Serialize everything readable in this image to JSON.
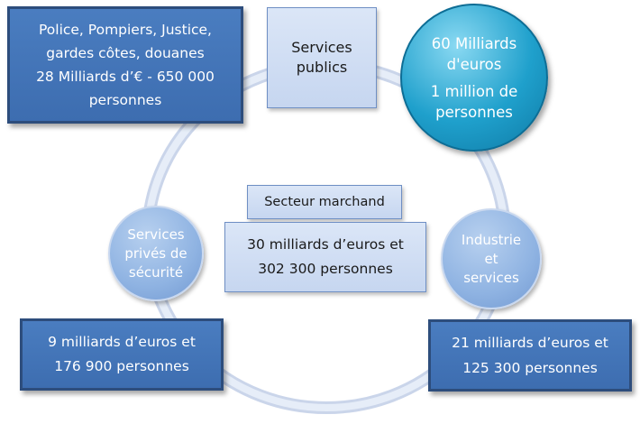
{
  "nodes": {
    "public_cost": {
      "lines": [
        "Police, Pompiers, Justice,",
        "gardes côtes, douanes",
        "28 Milliards d’€ - 650 000",
        "personnes"
      ]
    },
    "services_publics": {
      "lines": [
        "Services",
        "publics"
      ]
    },
    "total": {
      "lines": [
        "60 Milliards",
        "d'euros",
        "1 million de",
        "personnes"
      ]
    },
    "secteur_marchand": {
      "label": "Secteur marchand"
    },
    "marchand_stats": {
      "lines": [
        "30 milliards d’euros et",
        "302 300 personnes"
      ]
    },
    "services_prives": {
      "lines": [
        "Services",
        "privés de",
        "sécurité"
      ]
    },
    "industrie": {
      "lines": [
        "Industrie",
        "et",
        "services"
      ]
    },
    "prives_stats": {
      "lines": [
        "9 milliards d’euros et",
        "176 900 personnes"
      ]
    },
    "industrie_stats": {
      "lines": [
        "21 milliards d’euros et",
        "125 300 personnes"
      ]
    }
  },
  "colors": {
    "dark_box": "#4475b8",
    "dark_border": "#2d4d7c",
    "light_box": "#d4e1f5",
    "ring": "#c5d3ec",
    "teal_circle": "#1fa0cc",
    "pale_circle": "#8fb3e2"
  }
}
